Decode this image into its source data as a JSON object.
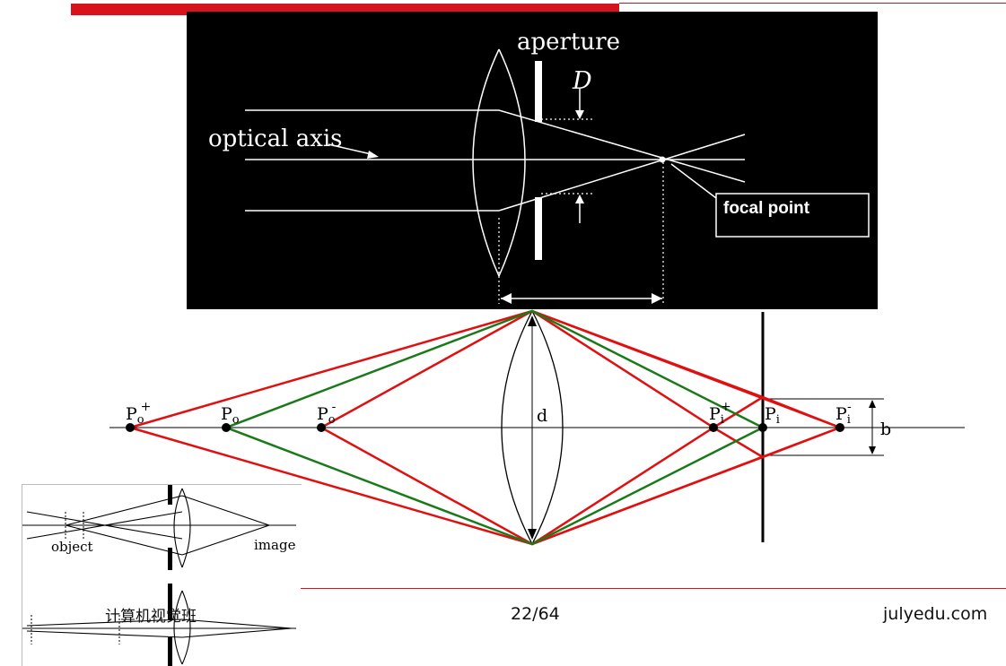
{
  "header": {
    "bar_color": "#d7141c"
  },
  "aperture_diagram": {
    "label_aperture": "aperture",
    "label_D": "D",
    "label_optical_axis": "optical axis",
    "label_focal_point": "focal point"
  },
  "lens_diagram": {
    "label_d": "d",
    "label_b": "b",
    "point_po_plus": "P",
    "point_po_plus_sub": "o",
    "point_po_plus_sup": "+",
    "point_po": "P",
    "point_po_sub": "o",
    "point_po_minus": "P",
    "point_po_minus_sub": "o",
    "point_po_minus_sup": "-",
    "point_pi_plus": "P",
    "point_pi_plus_sub": "i",
    "point_pi_plus_sup": "+",
    "point_pi": "P",
    "point_pi_sub": "i",
    "point_pi_minus": "P",
    "point_pi_minus_sub": "i",
    "point_pi_minus_sup": "-",
    "colors": {
      "red": "#e01010",
      "green": "#1a7a1a"
    }
  },
  "thumbnail": {
    "label_object": "object",
    "label_image": "image"
  },
  "footer": {
    "course": "计算机视觉班",
    "page": "22/64",
    "site": "julyedu.com"
  }
}
